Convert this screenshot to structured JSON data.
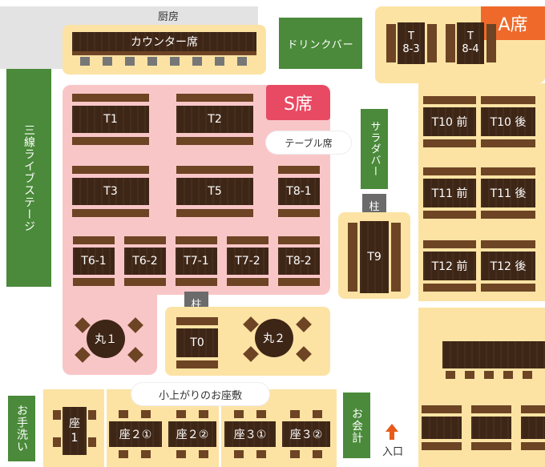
{
  "labels": {
    "kitchen": "厨房",
    "counter": "カウンター席",
    "drink_bar": "ドリンクバー",
    "a_section": "A席",
    "s_section": "S席",
    "table_seats": "テーブル席",
    "shamisen_stage": "三線ライブステージ",
    "salad_bar": "サラダバー",
    "pillar_1": "柱",
    "pillar_2": "柱",
    "koagari": "小上がりのお座敷",
    "restroom": "お手洗い",
    "checkout": "お会計",
    "entrance": "入口"
  },
  "tables": {
    "t1": "T1",
    "t2": "T2",
    "t3": "T3",
    "t5": "T5",
    "t8_1": "T8-1",
    "t6_1": "T6-1",
    "t6_2": "T6-2",
    "t7_1": "T7-1",
    "t7_2": "T7-2",
    "t8_2": "T8-2",
    "t8_3": "T\n8-3",
    "t8_4": "T\n8-4",
    "t9": "T9",
    "t0": "T0",
    "maru1": "丸１",
    "maru2": "丸２",
    "t10f": "T10 前",
    "t10b": "T10 後",
    "t11f": "T11 前",
    "t11b": "T11 後",
    "t12f": "T12 前",
    "t12b": "T12 後",
    "za1": "座\n1",
    "za2_1": "座２①",
    "za2_2": "座２②",
    "za3_1": "座３①",
    "za3_2": "座３②"
  },
  "colors": {
    "section_red": "#e84a63",
    "section_orange": "#ef6a2a",
    "wood": "#3e2616",
    "green": "#4a8a3a",
    "entrance_arrow": "#e85a1a"
  }
}
